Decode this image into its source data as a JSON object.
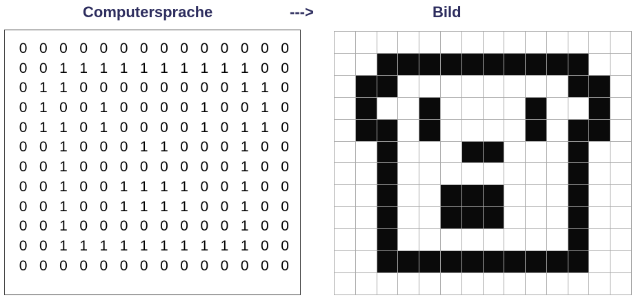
{
  "header": {
    "left_title": "Computersprache",
    "arrow": "--->",
    "right_title": "Bild"
  },
  "colors": {
    "heading": "#2d2d5e",
    "pixel_on": "#0a0a0a",
    "pixel_off": "#ffffff",
    "grid_line": "#a8a8a8"
  },
  "matrix": [
    [
      "0",
      "0",
      "0",
      "0",
      "0",
      "0",
      "0",
      "0",
      "0",
      "0",
      "0",
      "0",
      "0",
      "0"
    ],
    [
      "0",
      "0",
      "1",
      "1",
      "1",
      "1",
      "1",
      "1",
      "1",
      "1",
      "1",
      "1",
      "0",
      "0"
    ],
    [
      "0",
      "1",
      "1",
      "0",
      "0",
      "0",
      "0",
      "0",
      "0",
      "0",
      "0",
      "1",
      "1",
      "0"
    ],
    [
      "0",
      "1",
      "0",
      "0",
      "1",
      "0",
      "0",
      "0",
      "0",
      "1",
      "0",
      "0",
      "1",
      "0"
    ],
    [
      "0",
      "1",
      "1",
      "0",
      "1",
      "0",
      "0",
      "0",
      "0",
      "1",
      "0",
      "1",
      "1",
      "0"
    ],
    [
      "0",
      "0",
      "1",
      "0",
      "0",
      "0",
      "1",
      "1",
      "0",
      "0",
      "0",
      "1",
      "0",
      "0"
    ],
    [
      "0",
      "0",
      "1",
      "0",
      "0",
      "0",
      "0",
      "0",
      "0",
      "0",
      "0",
      "1",
      "0",
      "0"
    ],
    [
      "0",
      "0",
      "1",
      "0",
      "0",
      "1",
      "1",
      "1",
      "1",
      "0",
      "0",
      "1",
      "0",
      "0"
    ],
    [
      "0",
      "0",
      "1",
      "0",
      "0",
      "1",
      "1",
      "1",
      "1",
      "0",
      "0",
      "1",
      "0",
      "0"
    ],
    [
      "0",
      "0",
      "1",
      "0",
      "0",
      "0",
      "0",
      "0",
      "0",
      "0",
      "0",
      "1",
      "0",
      "0"
    ],
    [
      "0",
      "0",
      "1",
      "1",
      "1",
      "1",
      "1",
      "1",
      "1",
      "1",
      "1",
      "1",
      "0",
      "0"
    ],
    [
      "0",
      "0",
      "0",
      "0",
      "0",
      "0",
      "0",
      "0",
      "0",
      "0",
      "0",
      "0",
      "0",
      "0"
    ]
  ],
  "pixels": [
    [
      0,
      0,
      0,
      0,
      0,
      0,
      0,
      0,
      0,
      0,
      0,
      0,
      0,
      0
    ],
    [
      0,
      0,
      1,
      1,
      1,
      1,
      1,
      1,
      1,
      1,
      1,
      1,
      0,
      0
    ],
    [
      0,
      1,
      1,
      0,
      0,
      0,
      0,
      0,
      0,
      0,
      0,
      1,
      1,
      0
    ],
    [
      0,
      1,
      0,
      0,
      1,
      0,
      0,
      0,
      0,
      1,
      0,
      0,
      1,
      0
    ],
    [
      0,
      1,
      1,
      0,
      1,
      0,
      0,
      0,
      0,
      1,
      0,
      1,
      1,
      0
    ],
    [
      0,
      0,
      1,
      0,
      0,
      0,
      1,
      1,
      0,
      0,
      0,
      1,
      0,
      0
    ],
    [
      0,
      0,
      1,
      0,
      0,
      0,
      0,
      0,
      0,
      0,
      0,
      1,
      0,
      0
    ],
    [
      0,
      0,
      1,
      0,
      0,
      1,
      1,
      1,
      0,
      0,
      0,
      1,
      0,
      0
    ],
    [
      0,
      0,
      1,
      0,
      0,
      1,
      1,
      1,
      0,
      0,
      0,
      1,
      0,
      0
    ],
    [
      0,
      0,
      1,
      0,
      0,
      0,
      0,
      0,
      0,
      0,
      0,
      1,
      0,
      0
    ],
    [
      0,
      0,
      1,
      1,
      1,
      1,
      1,
      1,
      1,
      1,
      1,
      1,
      0,
      0
    ],
    [
      0,
      0,
      0,
      0,
      0,
      0,
      0,
      0,
      0,
      0,
      0,
      0,
      0,
      0
    ]
  ]
}
